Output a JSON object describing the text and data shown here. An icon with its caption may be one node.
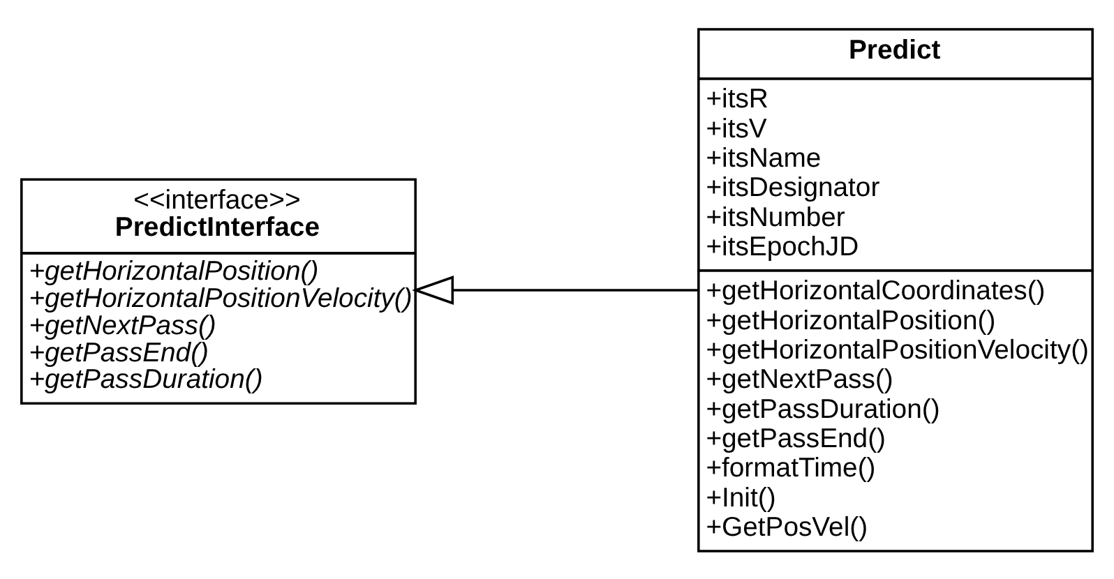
{
  "diagram": {
    "nodes": [
      {
        "text": [
          "<<interface>>",
          "PredictInterface",
          "+getHorizontalPosition()",
          "+getHorizontalPositionVelocity()",
          "+getNextPass()",
          "+getPassEnd()",
          "+getPassDuration()"
        ]
      },
      {
        "text": [
          "Predict",
          "+itsR",
          "+itsV",
          "+itsName",
          "+itsDesignator",
          "+itsNumber",
          "+itsEpochJD",
          "+getHorizontalCoordinates()",
          "+getHorizontalPosition()",
          "+getHorizontalPositionVelocity()",
          "+getNextPass()",
          "+getPassDuration()",
          "+getPassEnd()",
          "+formatTime()",
          "+Init()",
          "+GetPosVel()"
        ]
      }
    ],
    "edges": [
      {
        "from": 1,
        "to": 0,
        "arrow": "to"
      }
    ]
  }
}
